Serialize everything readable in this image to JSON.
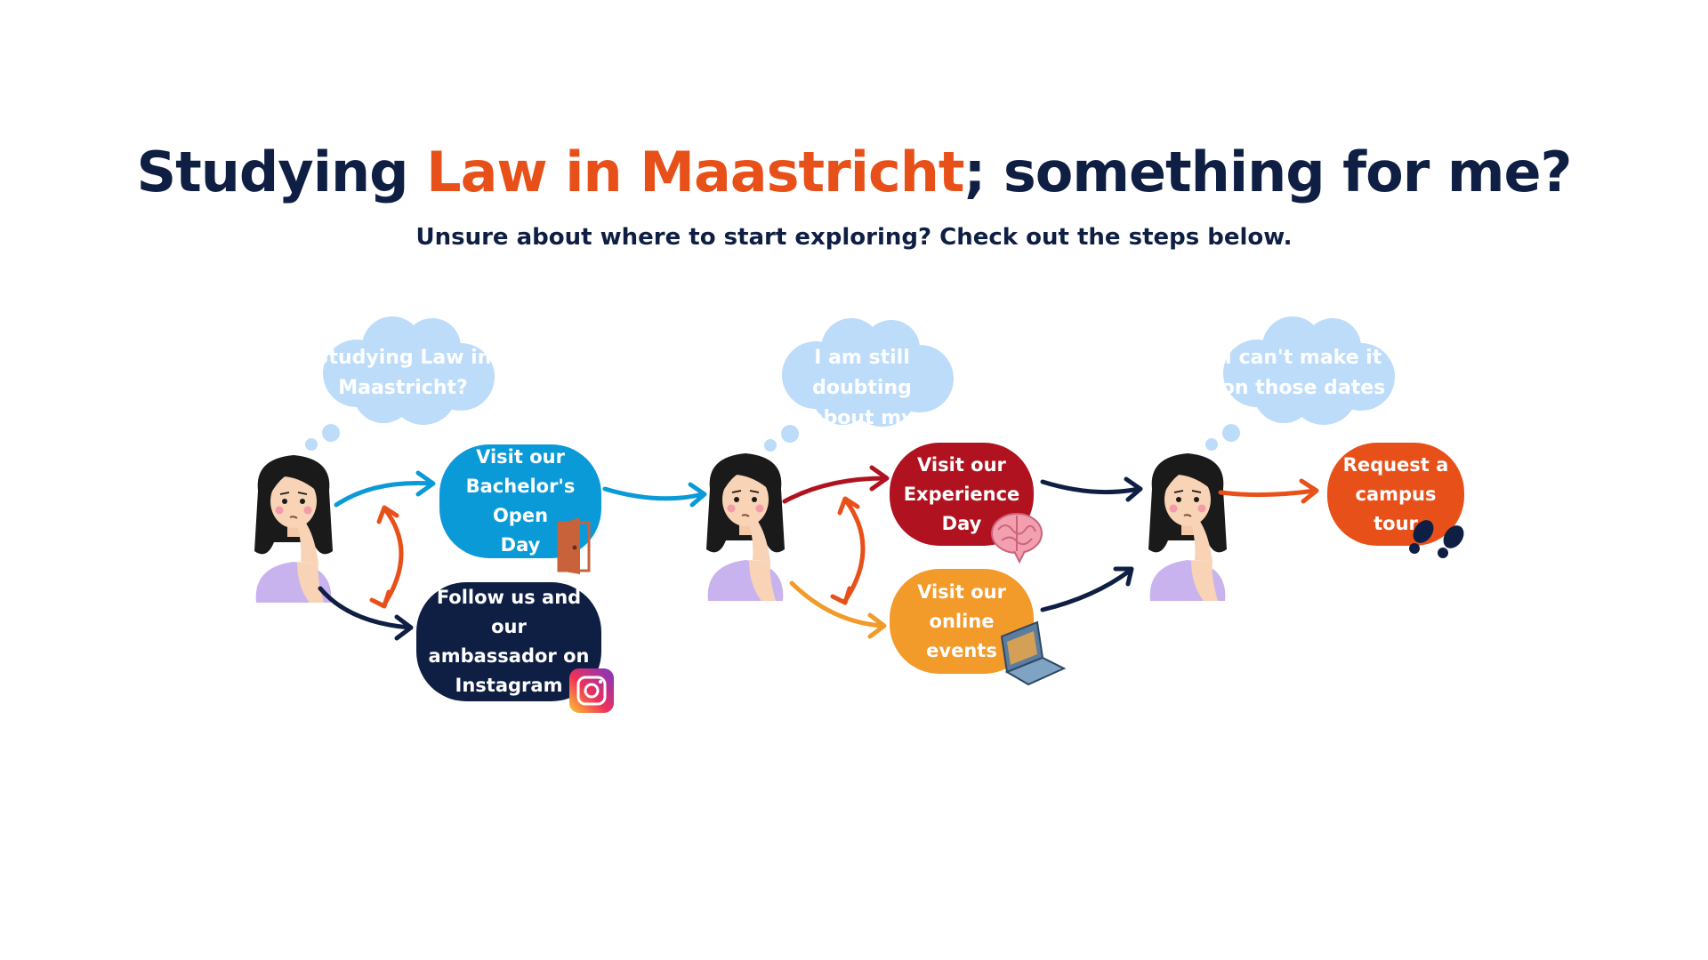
{
  "header": {
    "title_pre": "Studying ",
    "title_accent": "Law in Maastricht",
    "title_post": "; something for me?",
    "subtitle": "Unsure about where to start exploring? Check out the steps below."
  },
  "thoughts": [
    {
      "line1": "Studying Law in",
      "line2": "Maastricht?"
    },
    {
      "line1": "I am still doubting",
      "line2": "about my choice"
    },
    {
      "line1": "I can't make it",
      "line2": "on those dates"
    }
  ],
  "steps": {
    "open_day": {
      "lines": [
        "Visit our",
        "Bachelor's Open",
        "Day"
      ],
      "color": "#0a9ad8",
      "icon": "door-icon"
    },
    "instagram": {
      "lines": [
        "Follow us and our",
        "ambassador on",
        "Instagram"
      ],
      "color": "#0f1f44",
      "icon": "instagram-icon"
    },
    "experience_day": {
      "lines": [
        "Visit our",
        "Experience",
        "Day"
      ],
      "color": "#b0121f",
      "icon": "brain-icon"
    },
    "online_events": {
      "lines": [
        "Visit our",
        "online",
        "events"
      ],
      "color": "#f29a2a",
      "icon": "laptop-icon"
    },
    "campus_tour": {
      "lines": [
        "Request a",
        "campus tour"
      ],
      "color": "#e8501a",
      "icon": "footsteps-icon"
    }
  },
  "colors": {
    "navy": "#0f1f44",
    "orange": "#e8501a",
    "cloud": "#bcdcfa",
    "blue": "#0a9ad8",
    "red": "#b0121f",
    "amber": "#f29a2a"
  }
}
